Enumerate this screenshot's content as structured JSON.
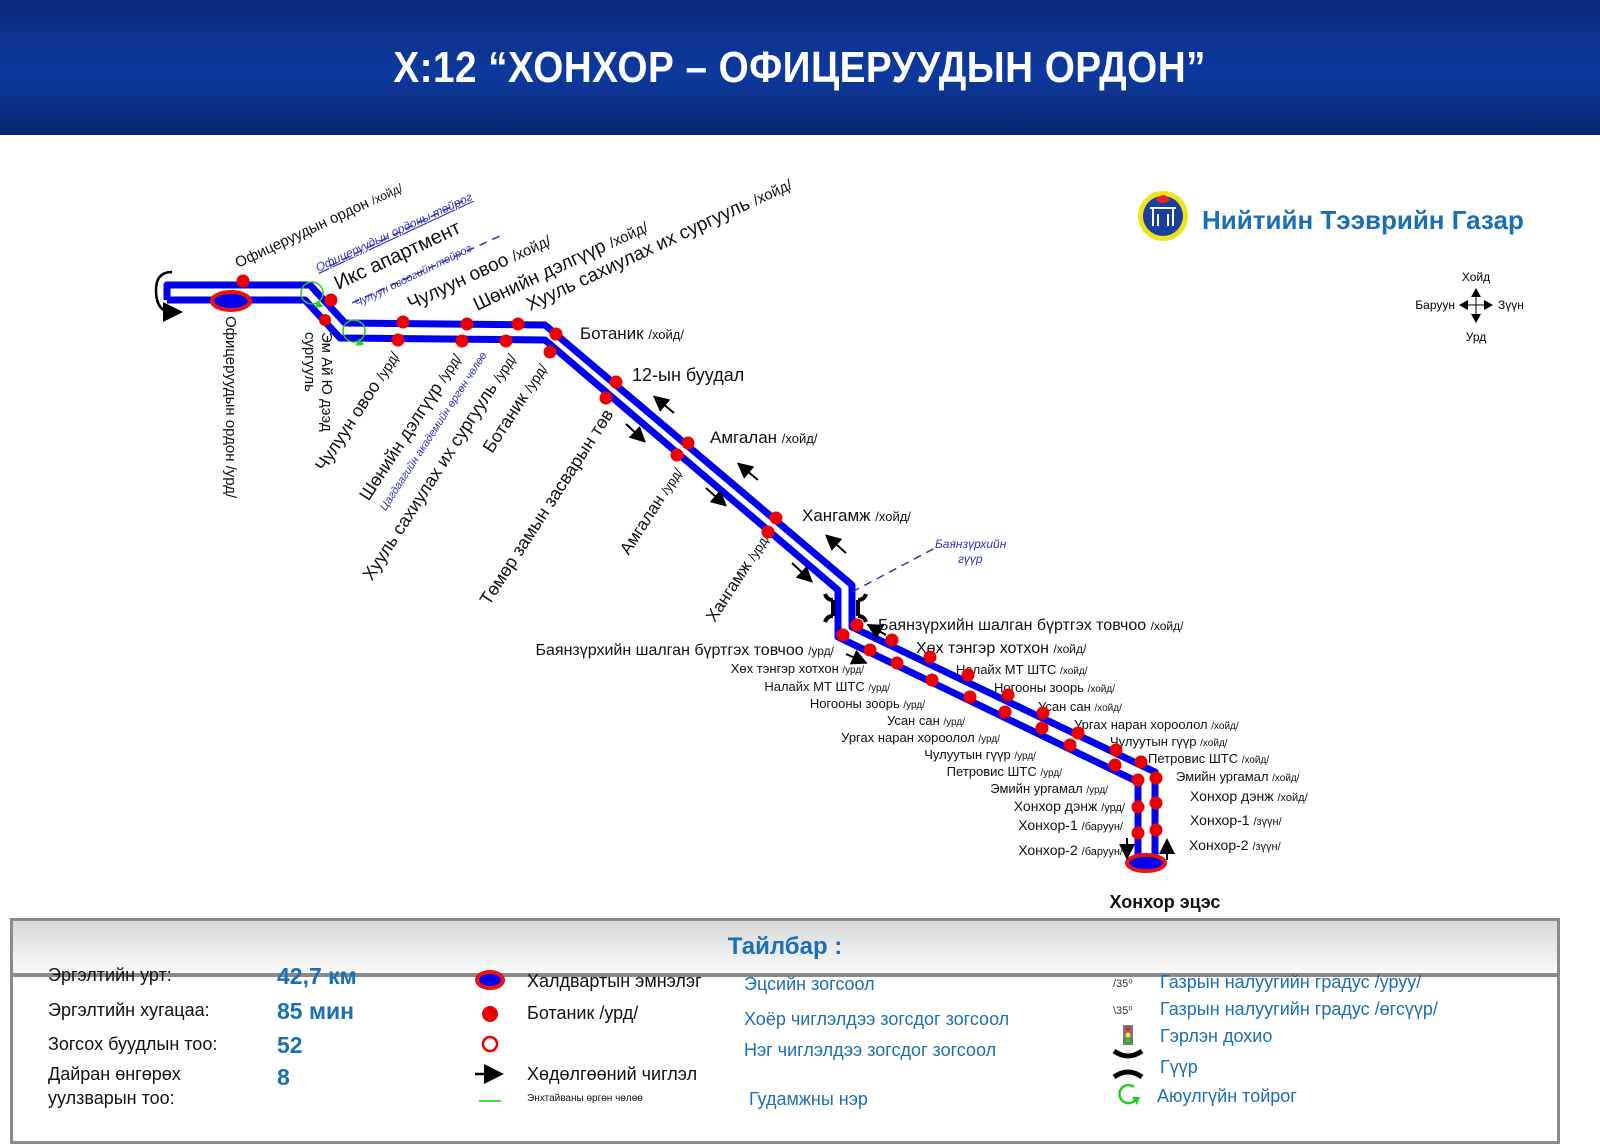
{
  "title": "Х:12 “ХОНХОР – ОФИЦЕРУУДЫН ОРДОН”",
  "brand": {
    "name": "Нийтийн Тээврийн Газар",
    "colors": {
      "primary": "#1a6fb5",
      "route": "#0000ee",
      "stop": "#ee0000"
    }
  },
  "compass": {
    "north": "Хойд",
    "south": "Урд",
    "west": "Баруун",
    "east": "Зүүн"
  },
  "terminals": {
    "start": "Офицеруудын ордон /урд/",
    "end": "Хонхор эцэс"
  },
  "streets": {
    "officers_loop": "Офицеруудын ордоны тойрог",
    "chuluun_loop": "Чулуун овоогийн тойрог",
    "police_avenue": "Цагдаагийн академийн өргөн чөлөө",
    "bridge_line1": "Баянзүрхийн",
    "bridge_line2": "гүүр"
  },
  "emai": {
    "line1": "Эм Ай Ю дээд",
    "line2": "сургууль"
  },
  "north_stops": [
    {
      "name": "Офицеруудын ордон",
      "dir": "/хойд/"
    },
    {
      "name": "Икс апартмент",
      "dir": ""
    },
    {
      "name": "Чулуун овоо",
      "dir": "/хойд/"
    },
    {
      "name": "Шөнийн дэлгүүр",
      "dir": "/хойд/"
    },
    {
      "name": "Хууль сахиулах их сургууль",
      "dir": "/хойд/"
    },
    {
      "name": "Ботаник",
      "dir": "/хойд/"
    },
    {
      "name": "12-ын буудал",
      "dir": ""
    },
    {
      "name": "Амгалан",
      "dir": "/хойд/"
    },
    {
      "name": "Хангамж",
      "dir": "/хойд/"
    },
    {
      "name": "Баянзүрхийн шалган бүртгэх товчоо",
      "dir": "/хойд/"
    },
    {
      "name": "Хөх тэнгэр хотхон",
      "dir": "/хойд/"
    },
    {
      "name": "Налайх МТ ШТС",
      "dir": "/хойд/"
    },
    {
      "name": "Ногооны зоорь",
      "dir": "/хойд/"
    },
    {
      "name": "Усан сан",
      "dir": "/хойд/"
    },
    {
      "name": "Ургах наран хороолол",
      "dir": "/хойд/"
    },
    {
      "name": "Чулуутын гүүр",
      "dir": "/хойд/"
    },
    {
      "name": "Петровис ШТС",
      "dir": "/хойд/"
    },
    {
      "name": "Эмийн ургамал",
      "dir": "/хойд/"
    },
    {
      "name": "Хонхор дэнж",
      "dir": "/хойд/"
    },
    {
      "name": "Хонхор-1",
      "dir": "/зүүн/"
    },
    {
      "name": "Хонхор-2",
      "dir": "/зүүн/"
    }
  ],
  "south_stops": [
    {
      "name": "Чулуун овоо",
      "dir": "/урд/"
    },
    {
      "name": "Шөнийн дэлгүүр",
      "dir": "/урд/"
    },
    {
      "name": "Хууль сахиулах их сургууль",
      "dir": "/урд/"
    },
    {
      "name": "Ботаник",
      "dir": "/урд/"
    },
    {
      "name": "Төмөр замын засварын төв",
      "dir": ""
    },
    {
      "name": "Амгалан",
      "dir": "/урд/"
    },
    {
      "name": "Хангамж",
      "dir": "/урд/"
    },
    {
      "name": "Баянзүрхийн шалган бүртгэх товчоо",
      "dir": "/урд/"
    },
    {
      "name": "Хөх тэнгэр хотхон",
      "dir": "/урд/"
    },
    {
      "name": "Налайх МТ ШТС",
      "dir": "/урд/"
    },
    {
      "name": "Ногооны зоорь",
      "dir": "/урд/"
    },
    {
      "name": "Усан сан",
      "dir": "/урд/"
    },
    {
      "name": "Ургах наран хороолол",
      "dir": "/урд/"
    },
    {
      "name": "Чулуутын гүүр",
      "dir": "/урд/"
    },
    {
      "name": "Петровис ШТС",
      "dir": "/урд/"
    },
    {
      "name": "Эмийн ургамал",
      "dir": "/урд/"
    },
    {
      "name": "Хонхор дэнж",
      "dir": "/урд/"
    },
    {
      "name": "Хонхор-1",
      "dir": "/баруун/"
    },
    {
      "name": "Хонхор-2",
      "dir": "/баруун/"
    }
  ],
  "legend": {
    "title": "Тайлбар :",
    "stats": [
      {
        "label": "Эргэлтийн урт:",
        "value": "42,7 км"
      },
      {
        "label": "Эргэлтийн хугацаа:",
        "value": "85 мин"
      },
      {
        "label": "Зогсох буудлын тоо:",
        "value": "52"
      },
      {
        "label": "Дайран өнгөрөх",
        "label2": "уулзварын тоо:",
        "value": "8"
      }
    ],
    "symbols": {
      "hospital": "Халдвартын эмнэлэг",
      "stop": "Ботаник /урд/",
      "direction": "Хөдөлгөөний чиглэл",
      "peace_avenue": "Энхтайваны өргөн чөлөө"
    },
    "types": {
      "terminal": "Эцсийн зогсоол",
      "both": "Хоёр чиглэлдээ зогсдог зогсоол",
      "one": "Нэг чиглэлдээ зогсдог зогсоол",
      "street": "Гудамжны нэр"
    },
    "other": {
      "slope_mark": "/35⁰",
      "slope_mark2": "\\35⁰",
      "slope_down": "Газрын налуугийн градус /уруу/",
      "slope_up": "Газрын налуугийн градус /өгсүүр/",
      "traffic_light": "Гэрлэн дохио",
      "bridge": "Гүүр",
      "roundabout": "Аюулгүйн тойрог"
    }
  }
}
